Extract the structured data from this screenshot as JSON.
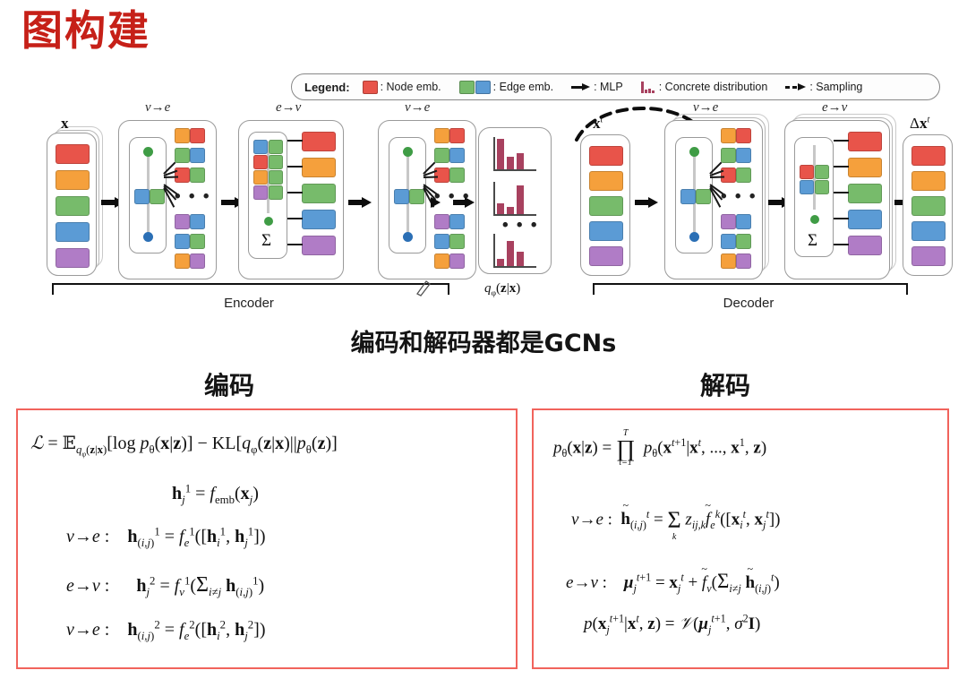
{
  "slide": {
    "title": "图构建",
    "title_color": "#c62018"
  },
  "legend": {
    "title": "Legend:",
    "items": [
      {
        "icon": "node-emb-swatch",
        "label": ": Node emb.",
        "colors": [
          "#e8544a"
        ]
      },
      {
        "icon": "edge-emb-swatch",
        "label": ": Edge emb.",
        "colors": [
          "#77bb6b",
          "#5b9bd5"
        ]
      },
      {
        "icon": "mlp-arrow-icon",
        "label": ": MLP",
        "colors": [
          "#111111"
        ]
      },
      {
        "icon": "concrete-distribution-icon",
        "label": ": Concrete distribution",
        "colors": [
          "#a8415f"
        ]
      },
      {
        "icon": "sampling-dashed-arrow-icon",
        "label": ": Sampling",
        "colors": [
          "#111111"
        ]
      }
    ]
  },
  "diagram": {
    "panel_labels": {
      "enc_v2e_1": "v→e",
      "enc_e2v": "e→v",
      "enc_v2e_2": "v→e",
      "dec_v2e": "v→e",
      "dec_e2v": "e→v"
    },
    "math_labels": {
      "input_x": "x",
      "latent_q": "q_φ(z|x)",
      "decoder_input": "x^t",
      "output_delta": "Δx^t"
    },
    "bracket_labels": {
      "encoder": "Encoder",
      "decoder": "Decoder"
    },
    "sigma_symbol": "Σ",
    "ellipsis": "• • •",
    "block_colors": {
      "red": "#e8544a",
      "orange": "#f5a03c",
      "green": "#77bb6b",
      "blue": "#5b9bd5",
      "purple": "#b07cc6",
      "histogram": "#a8415f",
      "panel_border": "#9a9a9a"
    }
  },
  "captions": {
    "gcn_note": "编码和解码器都是GCNs",
    "encode": "编码",
    "decode": "解码"
  },
  "formulas": {
    "box_border_color": "#f1635c",
    "left": {
      "title_hidden": "编码",
      "lines": [
        "L = E_{q_φ(z|x)}[log p_θ(x|z)] − KL[q_φ(z|x)||p_θ(z)]",
        "h^1_j = f_emb(x_j)",
        "v→e :   h^1_(i,j) = f^1_e([h^1_i, h^1_j])",
        "e→v :   h^2_j = f^1_v(Σ_{i≠j} h^1_(i,j))",
        "v→e :   h^2_(i,j) = f^2_e([h^2_i, h^2_j])"
      ]
    },
    "right": {
      "title_hidden": "解码",
      "lines": [
        "p_θ(x|z) = Π^T_{t=1} p_θ(x^{t+1}|x^t, ..., x^1, z)",
        "v→e :  h̃^t_(i,j) = Σ_k z_{ij,k} f̃^k_e([x^t_i, x^t_j])",
        "e→v :   μ^{t+1}_j = x^t_j + f̃_v(Σ_{i≠j} h̃^t_(i,j))",
        "p(x^{t+1}_j|x^t, z) = N(μ^{t+1}_j, σ^2 I)"
      ]
    }
  }
}
